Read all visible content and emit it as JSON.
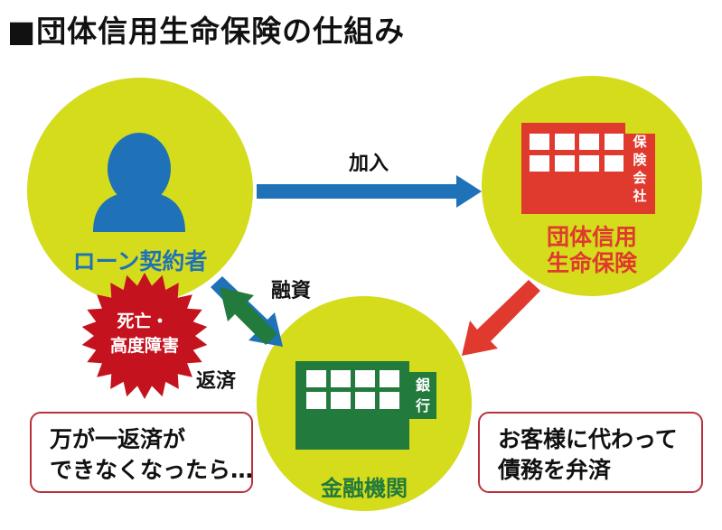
{
  "title": "■団体信用生命保険の仕組み",
  "nodes": {
    "borrower": {
      "label": "ローン契約者"
    },
    "insurer": {
      "label_line1": "団体信用",
      "label_line2": "生命保険",
      "sign": [
        "保",
        "険",
        "会",
        "社"
      ]
    },
    "bank": {
      "label": "金融機関",
      "sign": [
        "銀",
        "行"
      ]
    }
  },
  "arrows": {
    "join": "加入",
    "financing": "融資",
    "repayment": "返済"
  },
  "event_badge": {
    "line1": "死亡・",
    "line2": "高度障害"
  },
  "callouts": {
    "left": {
      "line1": "万が一返済が",
      "line2": "できなくなったら…"
    },
    "right": {
      "line1": "お客様に代わって",
      "line2": "債務を弁済"
    }
  },
  "colors": {
    "circle": "#d4dc1c",
    "blue": "#1f72b8",
    "green": "#227a3c",
    "red": "#e03a2e",
    "dark_red": "#c4121e",
    "callout_border": "#b8323c"
  }
}
